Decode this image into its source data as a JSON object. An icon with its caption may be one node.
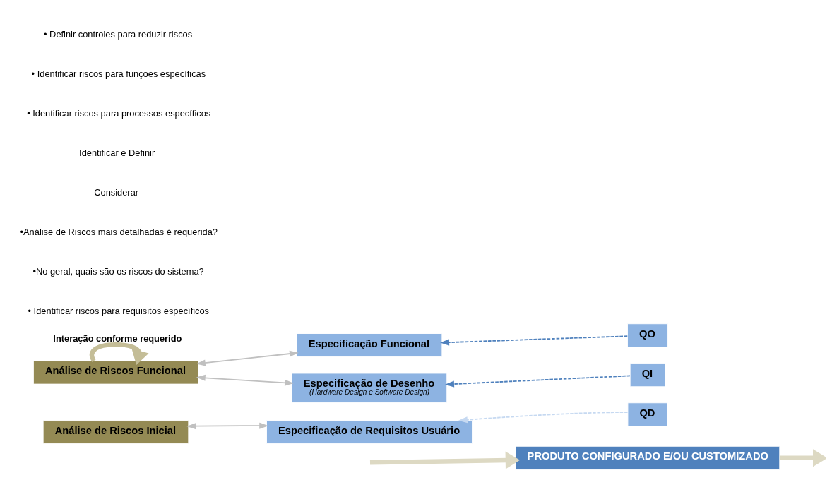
{
  "diagram": {
    "nodes": [
      {
        "text": [
          "Análise de Riscos Inicial"
        ]
      },
      {
        "text": [
          "Especificação de Requisitos Usuário"
        ]
      },
      {
        "text": [
          "QD"
        ]
      },
      {
        "text": [
          "Especificação Funcional"
        ]
      },
      {
        "text": [
          "QO"
        ]
      },
      {
        "text": [
          "Análise de Riscos Funcional"
        ]
      },
      {
        "text": [
          "Especificação de Desenho",
          "(Hardware Design e Software Design)"
        ]
      },
      {
        "text": [
          "QI"
        ]
      },
      {
        "text": [
          "PRODUTO CONFIGURADO E/OU CUSTOMIZADO"
        ]
      }
    ],
    "edges": [
      {
        "from": 0,
        "to": 1,
        "arrow": "both",
        "color": "#c0c0c0"
      },
      {
        "from": 2,
        "to": 1,
        "arrow": "to",
        "style": "dashed",
        "color": "#c6d9f1"
      },
      {
        "from": 5,
        "to": 3,
        "arrow": "both",
        "color": "#c0c0c0"
      },
      {
        "from": 4,
        "to": 3,
        "arrow": "to",
        "style": "dashed",
        "color": "#4f81bd"
      },
      {
        "from": 5,
        "to": 5,
        "arrow": "to",
        "style": "thick",
        "color": "#c4bd97",
        "label": "Interação conforme requerido"
      },
      {
        "from": 5,
        "to": 6,
        "arrow": "both",
        "color": "#c0c0c0"
      },
      {
        "from": 7,
        "to": 6,
        "arrow": "to",
        "style": "dashed",
        "color": "#4f81bd"
      },
      {
        "from": null,
        "to": 8,
        "arrow": "to",
        "style": "thick",
        "color": "#ddd9c3"
      },
      {
        "from": 8,
        "to": null,
        "arrow": "to",
        "style": "thick",
        "color": "#ddd9c3"
      }
    ],
    "labels": [
      "• Identificar riscos para requisitos específicos",
      "•No geral, quais são os riscos do sistema?",
      "•Análise de Riscos mais detalhadas é requerida?",
      "Considerar",
      "Identificar e Definir",
      "• Identificar riscos para processos específicos",
      "• Identificar riscos para funções específicas",
      "• Definir controles para reduzir riscos"
    ]
  }
}
